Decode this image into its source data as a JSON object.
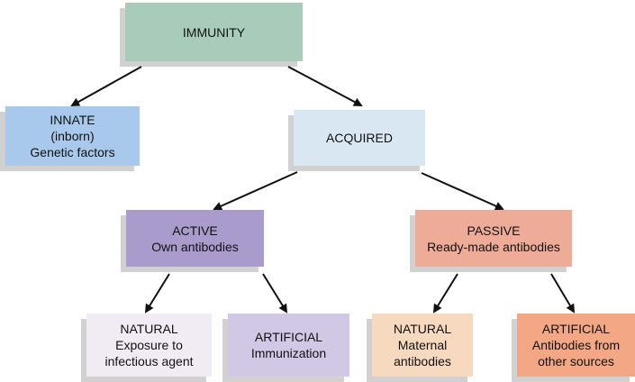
{
  "title": "IMMUNITY",
  "innate": {
    "line1": "INNATE",
    "line2": "(inborn)",
    "line3": "Genetic factors"
  },
  "acquired": {
    "line1": "ACQUIRED"
  },
  "active": {
    "line1": "ACTIVE",
    "line2": "Own antibodies"
  },
  "passive": {
    "line1": "PASSIVE",
    "line2": "Ready-made antibodies"
  },
  "active_natural": {
    "line1": "NATURAL",
    "line2": "Exposure to",
    "line3": "infectious agent"
  },
  "active_artificial": {
    "line1": "ARTIFICIAL",
    "line2": "Immunization"
  },
  "passive_natural": {
    "line1": "NATURAL",
    "line2": "Maternal",
    "line3": "antibodies"
  },
  "passive_artificial": {
    "line1": "ARTIFICIAL",
    "line2": "Antibodies from",
    "line3": "other sources"
  },
  "colors": {
    "immunity": "#a9cbb9",
    "innate": "#a9c9ec",
    "acquired": "#d8e7f2",
    "active": "#a99ccc",
    "passive": "#eeac98",
    "active_natural": "#f1ebf3",
    "active_artificial": "#d0c8e4",
    "passive_natural": "#f6d9be",
    "passive_artificial": "#f4a784"
  }
}
